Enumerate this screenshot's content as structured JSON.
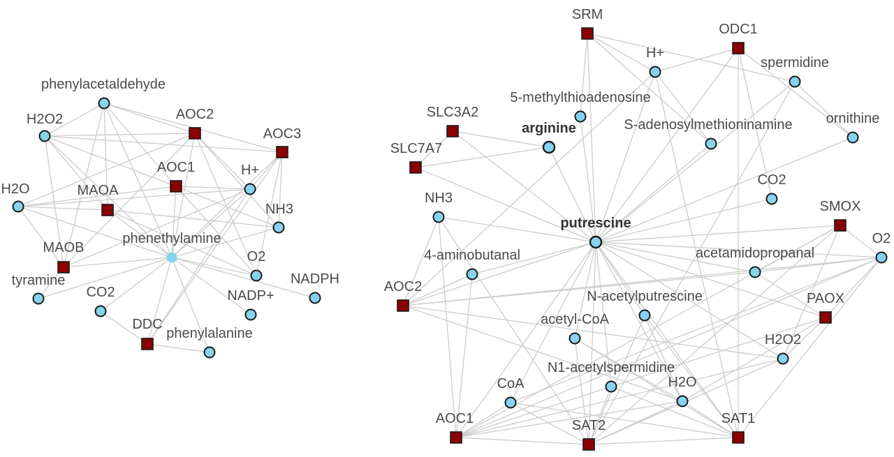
{
  "colors": {
    "edge": "#cccccc",
    "metabolite_fill": "#87d3ef",
    "enzyme_fill": "#8b0000",
    "outline": "#1b1b1b",
    "label": "#4a4a4a"
  },
  "left_network": {
    "nodes": [
      {
        "id": "phenylacetaldehyde",
        "label": "phenylacetaldehyde",
        "kind": "metabolite"
      },
      {
        "id": "H2O2",
        "label": "H2O2",
        "kind": "metabolite"
      },
      {
        "id": "AOC2",
        "label": "AOC2",
        "kind": "enzyme"
      },
      {
        "id": "AOC3",
        "label": "AOC3",
        "kind": "enzyme"
      },
      {
        "id": "AOC1",
        "label": "AOC1",
        "kind": "enzyme"
      },
      {
        "id": "H2O",
        "label": "H2O",
        "kind": "metabolite"
      },
      {
        "id": "MAOA",
        "label": "MAOA",
        "kind": "enzyme"
      },
      {
        "id": "Hplus",
        "label": "H+",
        "kind": "metabolite"
      },
      {
        "id": "NH3",
        "label": "NH3",
        "kind": "metabolite"
      },
      {
        "id": "MAOB",
        "label": "MAOB",
        "kind": "enzyme"
      },
      {
        "id": "phenethylamine",
        "label": "phenethylamine",
        "kind": "center"
      },
      {
        "id": "O2",
        "label": "O2",
        "kind": "metabolite"
      },
      {
        "id": "tyramine",
        "label": "tyramine",
        "kind": "metabolite"
      },
      {
        "id": "NADPH",
        "label": "NADPH",
        "kind": "metabolite"
      },
      {
        "id": "CO2",
        "label": "CO2",
        "kind": "metabolite"
      },
      {
        "id": "NADPplus",
        "label": "NADP+",
        "kind": "metabolite"
      },
      {
        "id": "DDC",
        "label": "DDC",
        "kind": "enzyme"
      },
      {
        "id": "phenylalanine",
        "label": "phenylalanine",
        "kind": "metabolite"
      }
    ],
    "edges": [
      [
        "phenethylamine",
        "phenylacetaldehyde"
      ],
      [
        "phenethylamine",
        "H2O2"
      ],
      [
        "phenethylamine",
        "AOC2"
      ],
      [
        "phenethylamine",
        "AOC3"
      ],
      [
        "phenethylamine",
        "AOC1"
      ],
      [
        "phenethylamine",
        "H2O"
      ],
      [
        "phenethylamine",
        "MAOA"
      ],
      [
        "phenethylamine",
        "Hplus"
      ],
      [
        "phenethylamine",
        "NH3"
      ],
      [
        "phenethylamine",
        "MAOB"
      ],
      [
        "phenethylamine",
        "O2"
      ],
      [
        "phenethylamine",
        "tyramine"
      ],
      [
        "phenethylamine",
        "NADPH"
      ],
      [
        "phenethylamine",
        "CO2"
      ],
      [
        "phenethylamine",
        "NADPplus"
      ],
      [
        "phenethylamine",
        "DDC"
      ],
      [
        "phenethylamine",
        "phenylalanine"
      ],
      [
        "phenylacetaldehyde",
        "AOC2"
      ],
      [
        "phenylacetaldehyde",
        "MAOA"
      ],
      [
        "phenylacetaldehyde",
        "MAOB"
      ],
      [
        "phenylacetaldehyde",
        "AOC1"
      ],
      [
        "phenylacetaldehyde",
        "AOC3"
      ],
      [
        "phenylacetaldehyde",
        "H2O2"
      ],
      [
        "H2O2",
        "AOC2"
      ],
      [
        "H2O2",
        "AOC3"
      ],
      [
        "H2O2",
        "MAOA"
      ],
      [
        "H2O2",
        "MAOB"
      ],
      [
        "H2O2",
        "AOC1"
      ],
      [
        "AOC2",
        "O2"
      ],
      [
        "AOC2",
        "NH3"
      ],
      [
        "AOC2",
        "Hplus"
      ],
      [
        "AOC2",
        "H2O"
      ],
      [
        "AOC2",
        "MAOB"
      ],
      [
        "AOC3",
        "Hplus"
      ],
      [
        "AOC3",
        "NH3"
      ],
      [
        "AOC3",
        "O2"
      ],
      [
        "AOC3",
        "DDC"
      ],
      [
        "AOC1",
        "Hplus"
      ],
      [
        "AOC1",
        "NH3"
      ],
      [
        "AOC1",
        "H2O"
      ],
      [
        "AOC1",
        "O2"
      ],
      [
        "H2O",
        "MAOA"
      ],
      [
        "H2O",
        "MAOB"
      ],
      [
        "H2O",
        "Hplus"
      ],
      [
        "MAOA",
        "O2"
      ],
      [
        "MAOA",
        "NH3"
      ],
      [
        "MAOB",
        "tyramine"
      ],
      [
        "Hplus",
        "DDC"
      ],
      [
        "Hplus",
        "MAOB"
      ],
      [
        "DDC",
        "phenylalanine"
      ],
      [
        "DDC",
        "CO2"
      ]
    ]
  },
  "right_network": {
    "nodes": [
      {
        "id": "SRM",
        "label": "SRM",
        "kind": "enzyme"
      },
      {
        "id": "ODC1",
        "label": "ODC1",
        "kind": "enzyme"
      },
      {
        "id": "Hplus",
        "label": "H+",
        "kind": "metabolite"
      },
      {
        "id": "spermidine",
        "label": "spermidine",
        "kind": "metabolite"
      },
      {
        "id": "mta",
        "label": "5-methylthioadenosine",
        "kind": "metabolite"
      },
      {
        "id": "SLC3A2",
        "label": "SLC3A2",
        "kind": "enzyme"
      },
      {
        "id": "arginine",
        "label": "arginine",
        "kind": "hub"
      },
      {
        "id": "sam",
        "label": "S-adenosylmethioninamine",
        "kind": "metabolite"
      },
      {
        "id": "ornithine",
        "label": "ornithine",
        "kind": "metabolite"
      },
      {
        "id": "SLC7A7",
        "label": "SLC7A7",
        "kind": "enzyme"
      },
      {
        "id": "CO2",
        "label": "CO2",
        "kind": "metabolite"
      },
      {
        "id": "NH3",
        "label": "NH3",
        "kind": "metabolite"
      },
      {
        "id": "SMOX",
        "label": "SMOX",
        "kind": "enzyme"
      },
      {
        "id": "putrescine",
        "label": "putrescine",
        "kind": "hub"
      },
      {
        "id": "O2",
        "label": "O2",
        "kind": "metabolite"
      },
      {
        "id": "aminobutanal",
        "label": "4-aminobutanal",
        "kind": "metabolite"
      },
      {
        "id": "acetamidopropanal",
        "label": "acetamidopropanal",
        "kind": "metabolite"
      },
      {
        "id": "AOC2",
        "label": "AOC2",
        "kind": "enzyme"
      },
      {
        "id": "nacetylputrescine",
        "label": "N-acetylputrescine",
        "kind": "metabolite"
      },
      {
        "id": "PAOX",
        "label": "PAOX",
        "kind": "enzyme"
      },
      {
        "id": "acetylcoa",
        "label": "acetyl-CoA",
        "kind": "metabolite"
      },
      {
        "id": "H2O2",
        "label": "H2O2",
        "kind": "metabolite"
      },
      {
        "id": "n1acetylspermidine",
        "label": "N1-acetylspermidine",
        "kind": "metabolite"
      },
      {
        "id": "CoA",
        "label": "CoA",
        "kind": "metabolite"
      },
      {
        "id": "H2O",
        "label": "H2O",
        "kind": "metabolite"
      },
      {
        "id": "AOC1",
        "label": "AOC1",
        "kind": "enzyme"
      },
      {
        "id": "SAT2",
        "label": "SAT2",
        "kind": "enzyme"
      },
      {
        "id": "SAT1",
        "label": "SAT1",
        "kind": "enzyme"
      }
    ],
    "edges": [
      [
        "putrescine",
        "SRM"
      ],
      [
        "putrescine",
        "ODC1"
      ],
      [
        "putrescine",
        "Hplus"
      ],
      [
        "putrescine",
        "spermidine"
      ],
      [
        "putrescine",
        "mta"
      ],
      [
        "putrescine",
        "SLC3A2"
      ],
      [
        "putrescine",
        "arginine"
      ],
      [
        "putrescine",
        "sam"
      ],
      [
        "putrescine",
        "ornithine"
      ],
      [
        "putrescine",
        "SLC7A7"
      ],
      [
        "putrescine",
        "CO2"
      ],
      [
        "putrescine",
        "NH3"
      ],
      [
        "putrescine",
        "SMOX"
      ],
      [
        "putrescine",
        "O2"
      ],
      [
        "putrescine",
        "aminobutanal"
      ],
      [
        "putrescine",
        "acetamidopropanal"
      ],
      [
        "putrescine",
        "AOC2"
      ],
      [
        "putrescine",
        "nacetylputrescine"
      ],
      [
        "putrescine",
        "PAOX"
      ],
      [
        "putrescine",
        "acetylcoa"
      ],
      [
        "putrescine",
        "H2O2"
      ],
      [
        "putrescine",
        "n1acetylspermidine"
      ],
      [
        "putrescine",
        "CoA"
      ],
      [
        "putrescine",
        "H2O"
      ],
      [
        "putrescine",
        "AOC1"
      ],
      [
        "putrescine",
        "SAT2"
      ],
      [
        "putrescine",
        "SAT1"
      ],
      [
        "SLC3A2",
        "arginine"
      ],
      [
        "SLC7A7",
        "arginine"
      ],
      [
        "SLC3A2",
        "SLC7A7"
      ],
      [
        "SRM",
        "Hplus"
      ],
      [
        "SRM",
        "spermidine"
      ],
      [
        "SRM",
        "mta"
      ],
      [
        "SRM",
        "sam"
      ],
      [
        "ODC1",
        "Hplus"
      ],
      [
        "ODC1",
        "ornithine"
      ],
      [
        "ODC1",
        "CO2"
      ],
      [
        "ODC1",
        "SAT1"
      ],
      [
        "Hplus",
        "AOC2"
      ],
      [
        "Hplus",
        "SAT1"
      ],
      [
        "Hplus",
        "sam"
      ],
      [
        "spermidine",
        "ornithine"
      ],
      [
        "spermidine",
        "SAT2"
      ],
      [
        "NH3",
        "AOC2"
      ],
      [
        "NH3",
        "AOC1"
      ],
      [
        "NH3",
        "SAT2"
      ],
      [
        "aminobutanal",
        "AOC2"
      ],
      [
        "aminobutanal",
        "AOC1"
      ],
      [
        "AOC2",
        "acetamidopropanal"
      ],
      [
        "AOC2",
        "H2O2"
      ],
      [
        "AOC2",
        "O2"
      ],
      [
        "AOC2",
        "H2O"
      ],
      [
        "SMOX",
        "O2"
      ],
      [
        "SMOX",
        "H2O2"
      ],
      [
        "SMOX",
        "acetamidopropanal"
      ],
      [
        "SMOX",
        "SAT2"
      ],
      [
        "SMOX",
        "AOC1"
      ],
      [
        "O2",
        "PAOX"
      ],
      [
        "O2",
        "CoA"
      ],
      [
        "O2",
        "SAT1"
      ],
      [
        "O2",
        "acetamidopropanal"
      ],
      [
        "O2",
        "AOC1"
      ],
      [
        "PAOX",
        "H2O2"
      ],
      [
        "PAOX",
        "n1acetylspermidine"
      ],
      [
        "PAOX",
        "H2O"
      ],
      [
        "PAOX",
        "acetamidopropanal"
      ],
      [
        "nacetylputrescine",
        "SAT1"
      ],
      [
        "nacetylputrescine",
        "SAT2"
      ],
      [
        "nacetylputrescine",
        "H2O"
      ],
      [
        "acetylcoa",
        "SAT1"
      ],
      [
        "acetylcoa",
        "SAT2"
      ],
      [
        "acetylcoa",
        "H2O"
      ],
      [
        "n1acetylspermidine",
        "SAT1"
      ],
      [
        "n1acetylspermidine",
        "SAT2"
      ],
      [
        "n1acetylspermidine",
        "AOC1"
      ],
      [
        "H2O2",
        "AOC1"
      ],
      [
        "H2O2",
        "SAT2"
      ],
      [
        "CoA",
        "SAT1"
      ],
      [
        "CoA",
        "SAT2"
      ],
      [
        "CoA",
        "AOC1"
      ],
      [
        "H2O",
        "AOC1"
      ],
      [
        "H2O",
        "SAT2"
      ],
      [
        "H2O",
        "SAT1"
      ],
      [
        "AOC1",
        "SAT2"
      ],
      [
        "SAT2",
        "SAT1"
      ]
    ]
  }
}
